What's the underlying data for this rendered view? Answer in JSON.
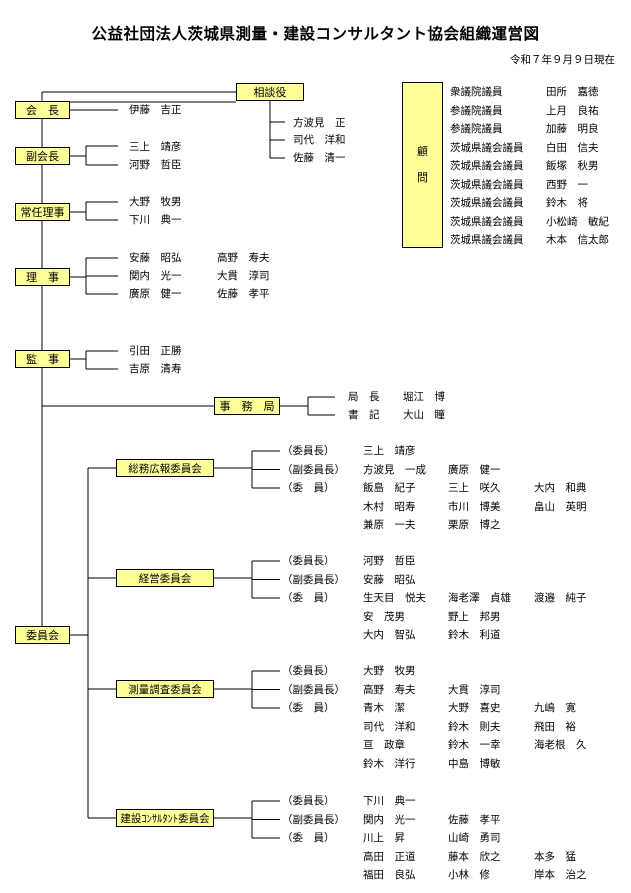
{
  "title": "公益社団法人茨城県測量・建設コンサルタント協会組織運営図",
  "date": "令和７年９月９日現在",
  "officers": [
    {
      "label": "会　長",
      "members": [
        [
          "伊藤　吉正"
        ]
      ]
    },
    {
      "label": "副会長",
      "members": [
        [
          "三上　靖彦"
        ],
        [
          "河野　哲臣"
        ]
      ]
    },
    {
      "label": "常任理事",
      "members": [
        [
          "大野　牧男"
        ],
        [
          "下川　典一"
        ]
      ]
    },
    {
      "label": "理　事",
      "members": [
        [
          "安藤　昭弘",
          "高野　寿夫"
        ],
        [
          "関内　光一",
          "大貫　淳司"
        ],
        [
          "廣原　健一",
          "佐藤　孝平"
        ]
      ]
    },
    {
      "label": "監　事",
      "members": [
        [
          "引田　正勝"
        ],
        [
          "吉原　清寿"
        ]
      ]
    }
  ],
  "sodan": {
    "label": "相談役",
    "members": [
      "方波見　正",
      "司代　洋和",
      "佐藤　清一"
    ]
  },
  "komon": {
    "label": [
      "顧",
      "問"
    ],
    "members": [
      [
        "衆議院議員",
        "田所　嘉徳"
      ],
      [
        "参議院議員",
        "上月　良祐"
      ],
      [
        "参議院議員",
        "加藤　明良"
      ],
      [
        "茨城県議会議員",
        "白田　信夫"
      ],
      [
        "茨城県議会議員",
        "飯塚　秋男"
      ],
      [
        "茨城県議会議員",
        "西野　一"
      ],
      [
        "茨城県議会議員",
        "鈴木　将"
      ],
      [
        "茨城県議会議員",
        "小松崎　敏紀"
      ],
      [
        "茨城県議会議員",
        "木本　信太郎"
      ]
    ]
  },
  "jimukyoku": {
    "label": "事　務　局",
    "members": [
      [
        "局　長",
        "堀江　博"
      ],
      [
        "書　記",
        "大山　瞳"
      ]
    ]
  },
  "iinkai": {
    "label": "委員会",
    "committees": [
      {
        "label": "総務広報委員会",
        "chair_role": "（委員長）",
        "chair": "三上　靖彦",
        "vice_role": "（副委員長）",
        "vice": [
          "方波見　一成",
          "廣原　健一"
        ],
        "member_role": "（委　員）",
        "members": [
          [
            "飯島　紀子",
            "三上　咲久",
            "大内　和典"
          ],
          [
            "木村　昭寿",
            "市川　博美",
            "畠山　英明"
          ],
          [
            "兼原　一夫",
            "栗原　博之"
          ]
        ]
      },
      {
        "label": "経営委員会",
        "chair_role": "（委員長）",
        "chair": "河野　哲臣",
        "vice_role": "（副委員長）",
        "vice": [
          "安藤　昭弘"
        ],
        "member_role": "（委　員）",
        "members": [
          [
            "生天目　悦夫",
            "海老澤　貞雄",
            "渡邉　純子"
          ],
          [
            "安　茂男",
            "野上　邦男"
          ],
          [
            "大内　智弘",
            "鈴木　利道"
          ]
        ]
      },
      {
        "label": "測量調査委員会",
        "chair_role": "（委員長）",
        "chair": "大野　牧男",
        "vice_role": "（副委員長）",
        "vice": [
          "高野　寿夫",
          "大貫　淳司"
        ],
        "member_role": "（委　員）",
        "members": [
          [
            "青木　潔",
            "大野　喜史",
            "九嶋　寛"
          ],
          [
            "司代　洋和",
            "鈴木　則夫",
            "飛田　裕"
          ],
          [
            "亘　政章",
            "鈴木　一幸",
            "海老根　久"
          ],
          [
            "鈴木　洋行",
            "中島　博敏"
          ]
        ]
      },
      {
        "label": "建設ｺﾝｻﾙﾀﾝﾄ委員会",
        "chair_role": "（委員長）",
        "chair": "下川　典一",
        "vice_role": "（副委員長）",
        "vice": [
          "関内　光一",
          "佐藤　孝平"
        ],
        "member_role": "（委　員）",
        "members": [
          [
            "川上　昇",
            "山崎　勇司"
          ],
          [
            "高田　正道",
            "藤本　欣之",
            "本多　猛"
          ],
          [
            "福田　良弘",
            "小林　修",
            "岸本　治之"
          ]
        ]
      }
    ]
  }
}
